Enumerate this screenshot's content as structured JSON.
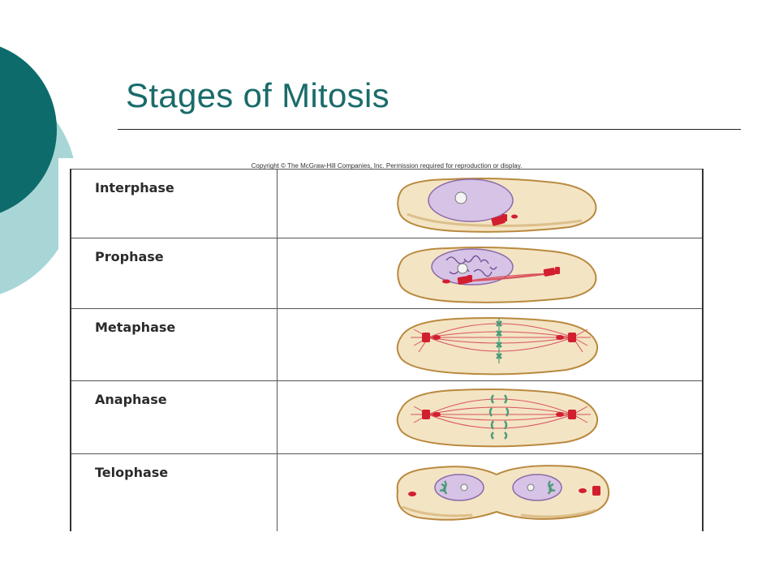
{
  "slide": {
    "title": "Stages of Mitosis",
    "copyright": "Copyright © The McGraw-Hill Companies, Inc. Permission required for reproduction or display."
  },
  "stages": [
    {
      "name": "Interphase",
      "illustration": "interphase-cell-icon"
    },
    {
      "name": "Prophase",
      "illustration": "prophase-cell-icon"
    },
    {
      "name": "Metaphase",
      "illustration": "metaphase-cell-icon"
    },
    {
      "name": "Anaphase",
      "illustration": "anaphase-cell-icon"
    },
    {
      "name": "Telophase",
      "illustration": "telophase-cells-icon"
    }
  ],
  "colors": {
    "title": "#1a6b6b",
    "deco_dark": "#0d6b6b",
    "deco_light": "#9fd0d0",
    "cell_fill": "#f3e4c4",
    "cell_outline": "#b9893e",
    "nucleus": "#d6c3e6",
    "centriole": "#d21f2f",
    "chromosome": "#4c9a78"
  }
}
